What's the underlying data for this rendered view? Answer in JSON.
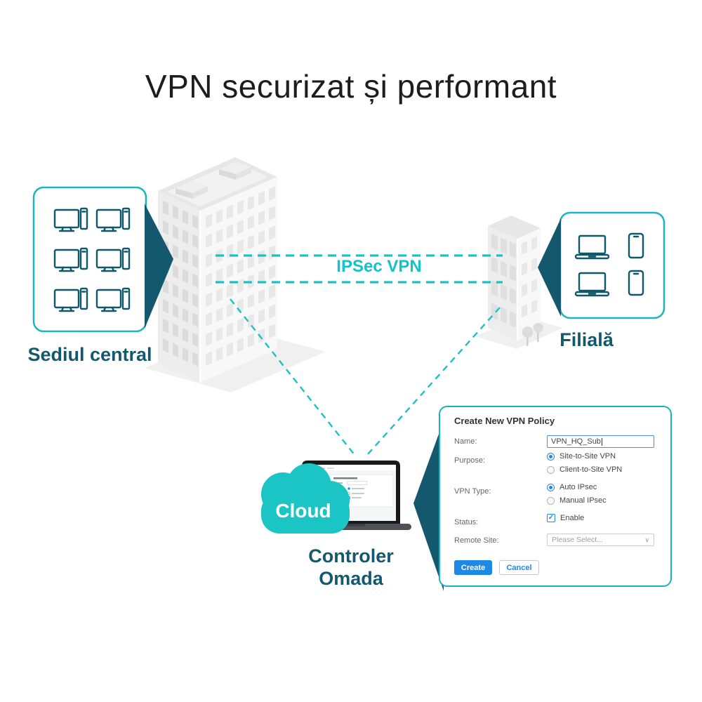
{
  "title": "VPN securizat și performant",
  "colors": {
    "teal_accent": "#1ec0c6",
    "dark_teal": "#14586e",
    "cloud_teal": "#1bc5c5",
    "box_border_teal": "#1cb5bf",
    "button_blue": "#1e88e5"
  },
  "diagram": {
    "hq_label": "Sediul central",
    "branch_label": "Filială",
    "vpn_link_label": "IPSec VPN",
    "cloud_label": "Cloud",
    "controller_label": "Controler Omada"
  },
  "dialog": {
    "title": "Create New VPN Policy",
    "fields": {
      "name": {
        "label": "Name:",
        "value": "VPN_HQ_Sub"
      },
      "purpose": {
        "label": "Purpose:",
        "options": [
          {
            "label": "Site-to-Site VPN",
            "selected": true
          },
          {
            "label": "Client-to-Site VPN",
            "selected": false
          }
        ]
      },
      "vpn_type": {
        "label": "VPN Type:",
        "options": [
          {
            "label": "Auto IPsec",
            "selected": true
          },
          {
            "label": "Manual IPsec",
            "selected": false
          }
        ]
      },
      "status": {
        "label": "Status:",
        "checkbox_label": "Enable",
        "checked": true,
        "checkmark": "✓"
      },
      "remote_site": {
        "label": "Remote Site:",
        "placeholder": "Please Select...",
        "chevron": "∨"
      }
    },
    "buttons": {
      "create": "Create",
      "cancel": "Cancel"
    }
  }
}
